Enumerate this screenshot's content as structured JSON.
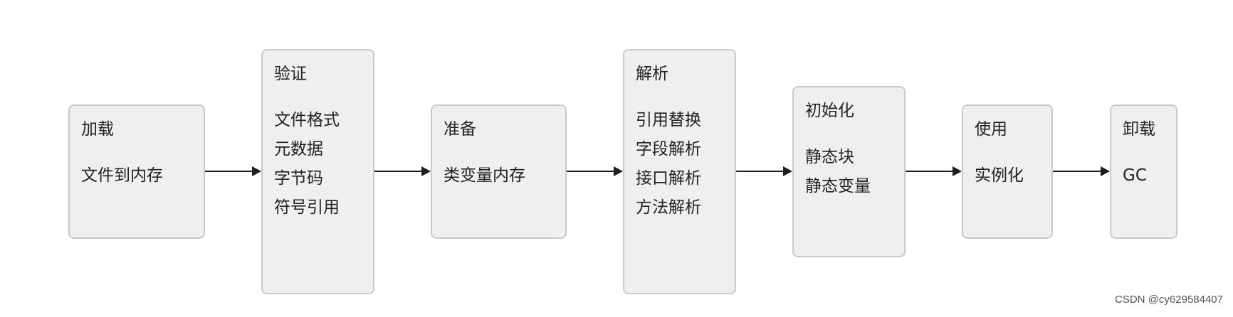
{
  "stages": [
    {
      "title": "加载",
      "items": [
        "文件到内存"
      ]
    },
    {
      "title": "验证",
      "items": [
        "文件格式",
        "元数据",
        "字节码",
        "符号引用"
      ]
    },
    {
      "title": "准备",
      "items": [
        "类变量内存"
      ]
    },
    {
      "title": "解析",
      "items": [
        "引用替换",
        "字段解析",
        "接口解析",
        "方法解析"
      ]
    },
    {
      "title": "初始化",
      "items": [
        "静态块",
        "静态变量"
      ]
    },
    {
      "title": "使用",
      "items": [
        "实例化"
      ]
    },
    {
      "title": "卸载",
      "items": [
        "GC"
      ]
    }
  ],
  "watermark": "CSDN @cy629584407",
  "colors": {
    "box_fill": "#efefef",
    "box_border": "#c9c9c9",
    "arrow": "#1f1f1f",
    "text": "#222222"
  }
}
